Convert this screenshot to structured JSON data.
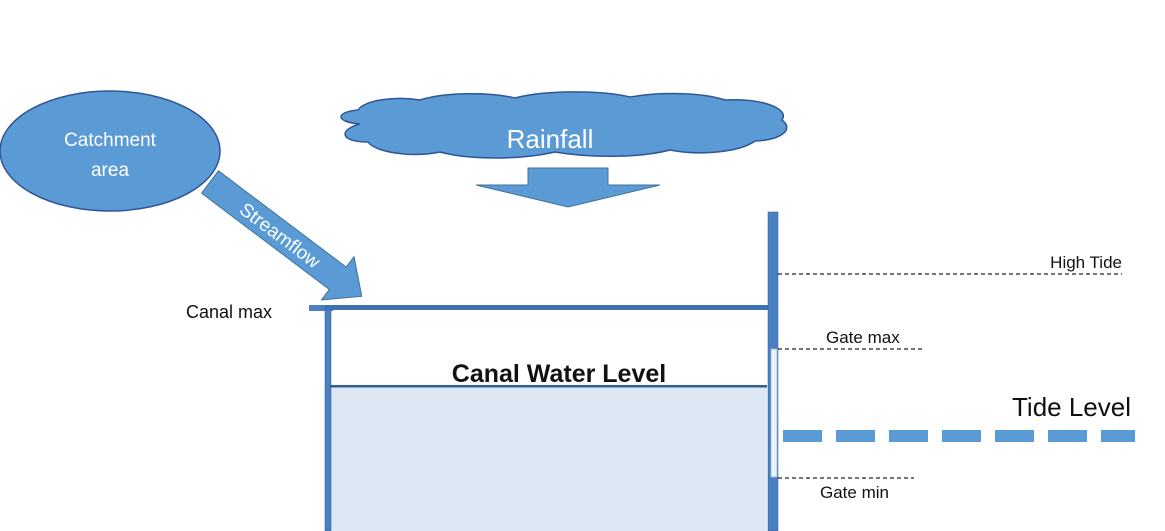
{
  "colors": {
    "shape_fill": "#5b9bd5",
    "shape_stroke": "#41719c",
    "wall": "#4a7fc1",
    "wall_stroke": "#2f5f9a",
    "water_fill": "#dde8f4",
    "tide_dash": "#5b9bd5",
    "text_dark": "#111111"
  },
  "catchment": {
    "label_line1": "Catchment",
    "label_line2": "area"
  },
  "rainfall": {
    "label": "Rainfall"
  },
  "streamflow": {
    "label": "Streamflow"
  },
  "canal": {
    "max_label": "Canal max",
    "water_level_label": "Canal Water Level"
  },
  "gate": {
    "high_tide_label": "High Tide",
    "gate_max_label": "Gate max",
    "gate_min_label": "Gate min",
    "tide_level_label": "Tide Level"
  }
}
